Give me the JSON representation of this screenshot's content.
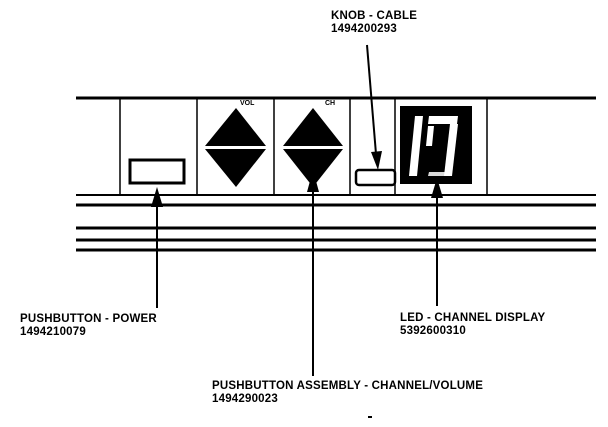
{
  "panel": {
    "vol_label": "VOL",
    "ch_label": "CH",
    "display_digits": "17"
  },
  "callouts": {
    "knob_cable": {
      "title": "KNOB - CABLE",
      "part": "1494200293"
    },
    "pushbutton_power": {
      "title": "PUSHBUTTON - POWER",
      "part": "1494210079"
    },
    "led_channel_display": {
      "title": "LED - CHANNEL DISPLAY",
      "part": "5392600310"
    },
    "pushbutton_assembly": {
      "title": "PUSHBUTTON ASSEMBLY - CHANNEL/VOLUME",
      "part": "1494290023"
    }
  },
  "colors": {
    "ink": "#000000",
    "paper": "#ffffff"
  }
}
